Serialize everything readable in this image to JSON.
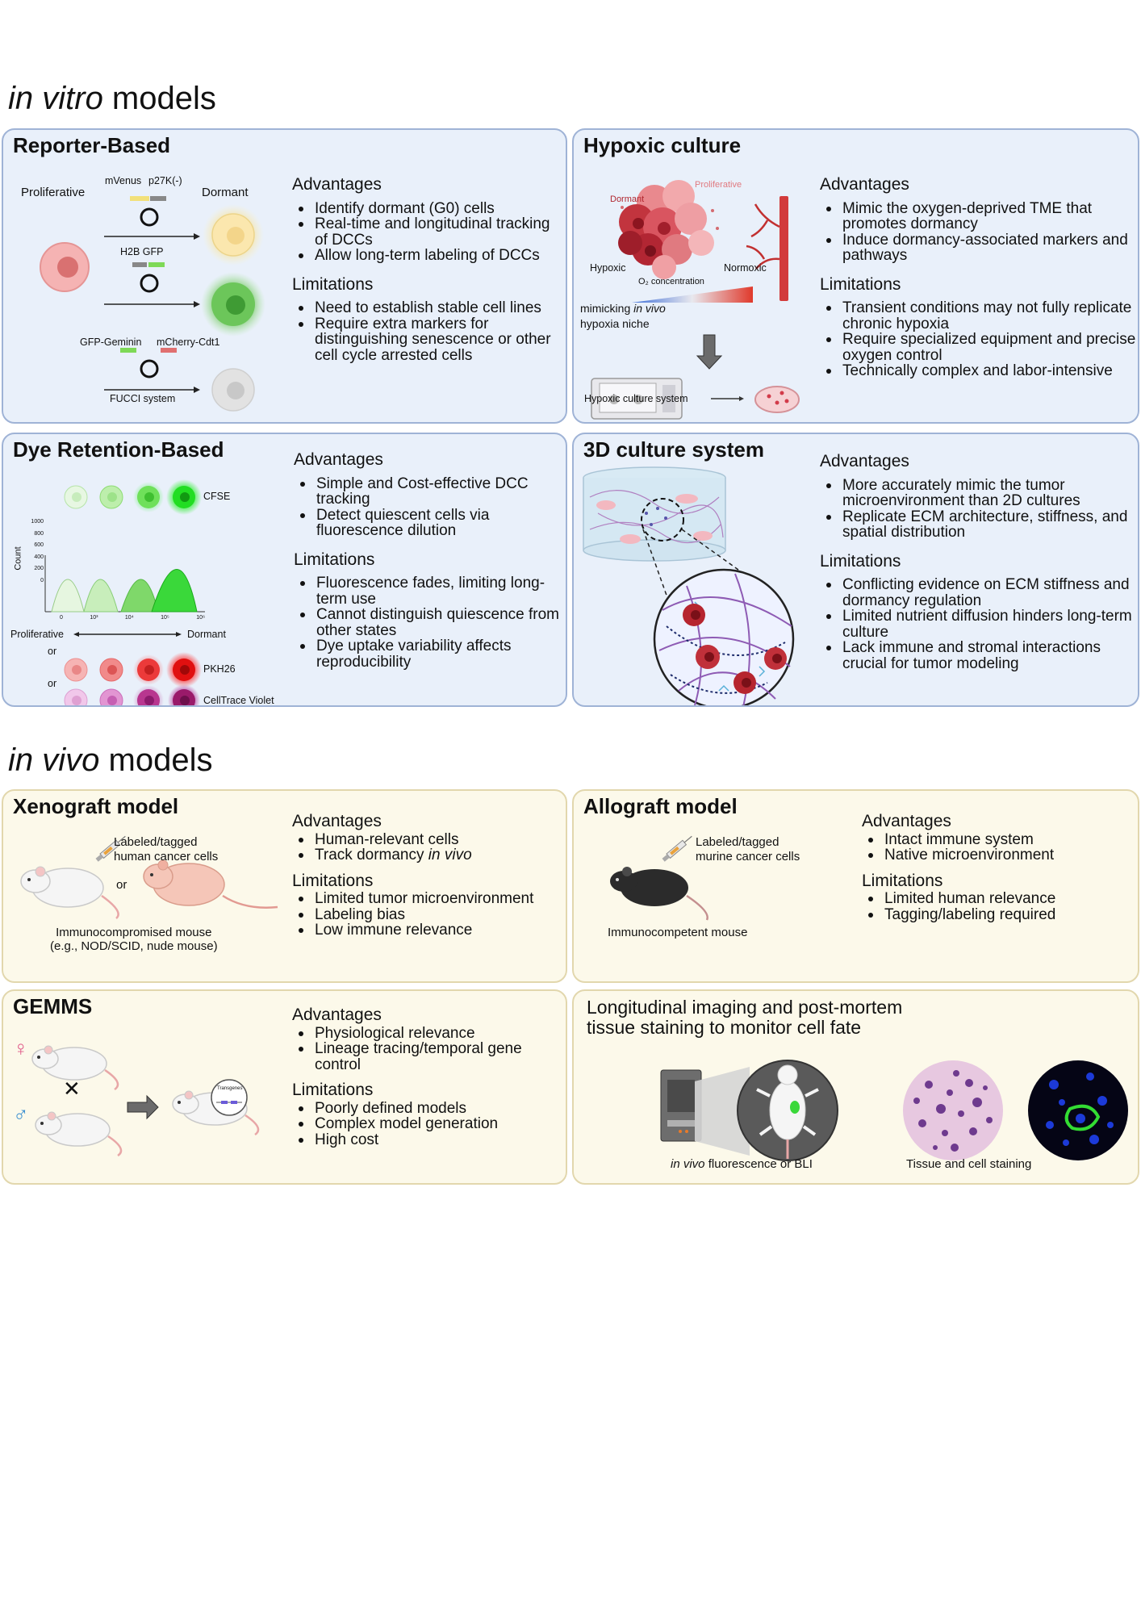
{
  "in_vitro": {
    "title_em": "in vitro",
    "title_rest": " models",
    "reporter": {
      "title": "Reporter-Based",
      "fig": {
        "proliferative": "Proliferative",
        "dormant": "Dormant",
        "mvenus": "mVenus",
        "p27k": "p27K(-)",
        "h2b": "H2B GFP",
        "geminin": "GFP-Geminin",
        "cdt1": "mCherry-Cdt1",
        "fucci": "FUCCI system"
      },
      "adv_head": "Advantages",
      "advantages": [
        "Identify dormant (G0) cells",
        "Real-time and longitudinal tracking of DCCs",
        "Allow long-term labeling of DCCs"
      ],
      "lim_head": "Limitations",
      "limitations": [
        "Need to establish stable cell lines",
        "Require extra markers for distinguishing senescence or other cell cycle arrested cells"
      ]
    },
    "hypoxic": {
      "title": "Hypoxic culture",
      "fig": {
        "dormant": "Dormant",
        "proliferative": "Proliferative",
        "hypoxic": "Hypoxic",
        "normoxic": "Normoxic",
        "o2": "O₂ concentration",
        "mimick_a": "mimicking ",
        "mimick_em": "in vivo",
        "mimick_b": "hypoxia niche",
        "system": "Hypoxic culture system"
      },
      "adv_head": "Advantages",
      "advantages": [
        "Mimic the oxygen-deprived TME that promotes dormancy",
        "Induce dormancy-associated markers and pathways"
      ],
      "lim_head": "Limitations",
      "limitations": [
        "Transient conditions may not fully replicate chronic hypoxia",
        "Require specialized equipment and precise oxygen control",
        "Technically complex and labor-intensive"
      ]
    },
    "dye": {
      "title": "Dye Retention-Based",
      "fig": {
        "cfse": "CFSE",
        "pkh26": "PKH26",
        "celltrace": "CellTrace Violet",
        "or1": "or",
        "or2": "or",
        "count": "Count",
        "proliferative": "Proliferative",
        "dormant": "Dormant",
        "yticks": [
          "1000",
          "800",
          "600",
          "400",
          "200",
          "0"
        ],
        "xticks": [
          "0",
          "10³",
          "10⁴",
          "10⁵",
          "10⁶"
        ]
      },
      "adv_head": "Advantages",
      "advantages": [
        "Simple and Cost-effective DCC tracking",
        "Detect quiescent cells via fluorescence dilution"
      ],
      "lim_head": "Limitations",
      "limitations": [
        "Fluorescence fades, limiting long-term use",
        "Cannot distinguish quiescence from other states",
        "Dye uptake variability affects reproducibility"
      ]
    },
    "culture3d": {
      "title": "3D culture system",
      "adv_head": "Advantages",
      "advantages": [
        "More accurately mimic the tumor microenvironment than 2D cultures",
        "Replicate ECM architecture, stiffness, and spatial distribution"
      ],
      "lim_head": "Limitations",
      "limitations": [
        "Conflicting evidence on ECM stiffness and dormancy regulation",
        "Limited nutrient diffusion hinders long-term culture",
        "Lack immune and stromal interactions crucial for tumor modeling"
      ]
    }
  },
  "in_vivo": {
    "title_em": "in vivo",
    "title_rest": " models",
    "xenograft": {
      "title": "Xenograft model",
      "fig": {
        "labeled1": "Labeled/tagged",
        "labeled2": "human cancer cells",
        "or": "or",
        "immuno1": "Immunocompromised mouse",
        "immuno2": "(e.g., NOD/SCID, nude mouse)"
      },
      "adv_head": "Advantages",
      "advantages": [
        "Human-relevant cells",
        "Track dormancy in vivo"
      ],
      "lim_head": "Limitations",
      "limitations": [
        "Limited tumor microenvironment",
        "Labeling bias",
        "Low immune relevance"
      ]
    },
    "allograft": {
      "title": "Allograft model",
      "fig": {
        "labeled1": "Labeled/tagged",
        "labeled2": "murine cancer cells",
        "immuno": "Immunocompetent mouse"
      },
      "adv_head": "Advantages",
      "advantages": [
        "Intact immune system",
        "Native microenvironment"
      ],
      "lim_head": "Limitations",
      "limitations": [
        "Limited human relevance",
        "Tagging/labeling required"
      ]
    },
    "gemms": {
      "title": "GEMMS",
      "fig": {
        "transgenes": "Transgenes",
        "female": "♀",
        "male": "♂",
        "cross": "✕"
      },
      "adv_head": "Advantages",
      "advantages": [
        "Physiological relevance",
        "Lineage tracing/temporal gene control"
      ],
      "lim_head": "Limitations",
      "limitations": [
        "Poorly defined models",
        "Complex model generation",
        "High cost"
      ]
    },
    "imaging": {
      "title_line1": "Longitudinal imaging and post-mortem",
      "title_line2": "tissue staining to monitor cell fate",
      "cap1_em": "in vivo",
      "cap1_rest": " fluorescence or BLI",
      "cap2": "Tissue and cell staining"
    }
  }
}
